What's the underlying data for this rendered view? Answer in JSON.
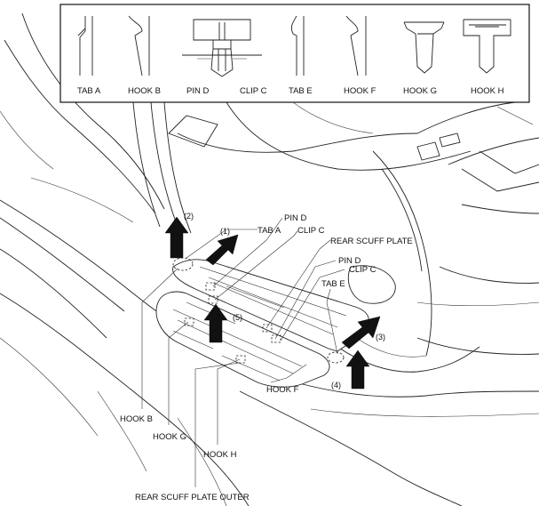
{
  "legend": {
    "items": [
      "TAB A",
      "HOOK B",
      "PIN D",
      "CLIP C",
      "TAB E",
      "HOOK F",
      "HOOK G",
      "HOOK H"
    ]
  },
  "callouts": {
    "tab_a": "TAB A",
    "pin_d_1": "PIN D",
    "clip_c_1": "CLIP C",
    "rear_scuff_plate": "REAR SCUFF PLATE",
    "pin_d_2": "PIN D",
    "clip_c_2": "CLIP C",
    "tab_e": "TAB E",
    "hook_f": "HOOK F",
    "hook_b": "HOOK B",
    "hook_g": "HOOK G",
    "hook_h": "HOOK H",
    "rear_scuff_plate_outer": "REAR SCUFF PLATE OUTER"
  },
  "steps": [
    "(1)",
    "(2)",
    "(3)",
    "(4)",
    "(5)"
  ]
}
